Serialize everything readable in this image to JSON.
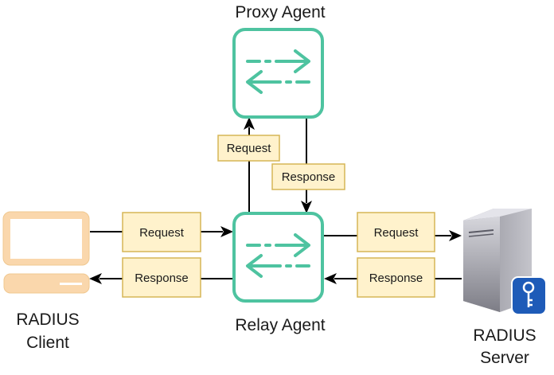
{
  "nodes": {
    "proxy_agent": {
      "label": "Proxy Agent",
      "icon": "bidirectional-arrows-icon"
    },
    "relay_agent": {
      "label": "Relay Agent",
      "icon": "bidirectional-arrows-icon"
    },
    "radius_client": {
      "label_line1": "RADIUS",
      "label_line2": "Client",
      "icon": "computer-icon"
    },
    "radius_server": {
      "label_line1": "RADIUS",
      "label_line2": "Server",
      "icon": "server-key-icon"
    }
  },
  "messages": {
    "relay_to_proxy": "Request",
    "proxy_to_relay": "Response",
    "client_to_relay": "Request",
    "relay_to_client": "Response",
    "relay_to_server": "Request",
    "server_to_relay": "Response"
  },
  "colors": {
    "agent_stroke": "#4ec3a0",
    "message_fill": "#fff2cc",
    "message_stroke": "#d6b656",
    "computer_fill": "#fad7ac",
    "computer_stroke": "#f0c890",
    "server_body": "#a8a8b0",
    "key_badge": "#1e5bb8",
    "line": "#000000"
  }
}
